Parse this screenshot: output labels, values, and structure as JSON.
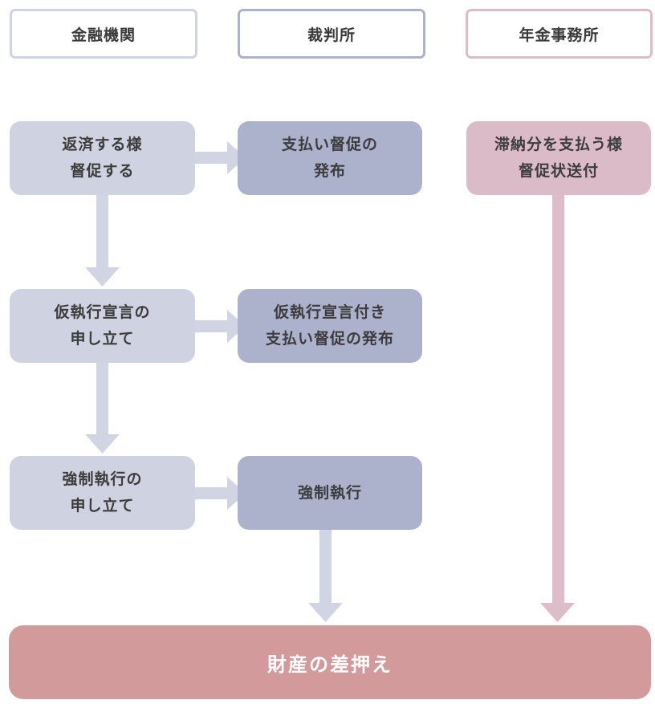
{
  "headers": {
    "bank": "金融機関",
    "court": "裁判所",
    "pension": "年金事務所"
  },
  "boxes": {
    "repay_urge": [
      "返済する様",
      "督促する"
    ],
    "payment_order": [
      "支払い督促の",
      "発布"
    ],
    "arrears_notice": [
      "滞納分を支払う様",
      "督促状送付"
    ],
    "provisional_petition": [
      "仮執行宣言の",
      "申し立て"
    ],
    "provisional_order": [
      "仮執行宣言付き",
      "支払い督促の発布"
    ],
    "enforcement_petition": [
      "強制執行の",
      "申し立て"
    ],
    "enforcement": [
      "強制執行"
    ]
  },
  "final": "財産の差押え",
  "colors": {
    "bank_box": "#cfd2e0",
    "court_box": "#acb1cc",
    "pension_box": "#dcbbc9",
    "final_box": "#d29a9b"
  }
}
